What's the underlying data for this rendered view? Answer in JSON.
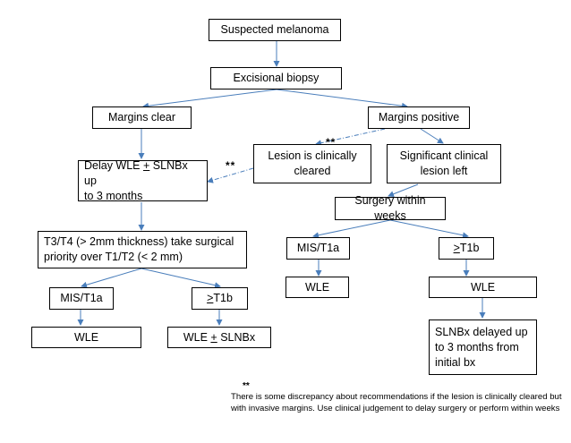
{
  "nodes": {
    "suspected": "Suspected melanoma",
    "biopsy": "Excisional biopsy",
    "clear": "Margins clear",
    "positive": "Margins positive",
    "cleared_lesion": "Lesion is clinically\ncleared",
    "significant": "Significant clinical\nlesion left",
    "delay": {
      "pre": "Delay WLE ",
      "u": "+",
      "post": " SLNBx up\nto 3 months"
    },
    "surgery_weeks": "Surgery within weeks",
    "priority": "T3/T4 (> 2mm thickness) take surgical\npriority over T1/T2 (< 2 mm)",
    "left_mis": "MIS/T1a",
    "left_t1b": {
      "u": ">",
      "post": "T1b"
    },
    "left_wle": "WLE",
    "left_wle_slnb": {
      "pre": "WLE ",
      "u": "+",
      "post": " SLNBx"
    },
    "right_mis": "MIS/T1a",
    "right_t1b": {
      "u": ">",
      "post": "T1b"
    },
    "right_wle1": "WLE",
    "right_wle2": "WLE",
    "slnb_delay": "SLNBx delayed up\nto 3 months from\ninitial bx"
  },
  "markers": {
    "a": "**",
    "b": "**"
  },
  "footnote": {
    "stars": "**",
    "text": "There is some discrepancy about recommendations if the lesion is clinically cleared but with invasive margins. Use clinical judgement to delay surgery or perform within weeks"
  },
  "colors": {
    "arrow": "#4a7ebb",
    "border": "#000000"
  }
}
